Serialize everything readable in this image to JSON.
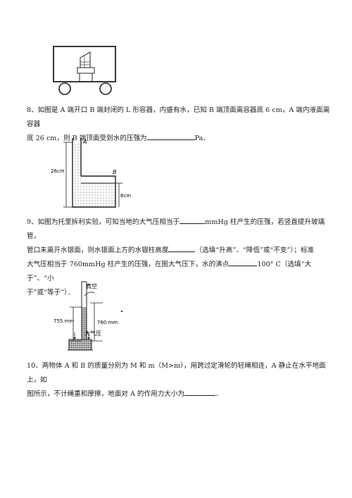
{
  "q8": {
    "t1": "8、如图是 A 端开口 B 端封闭的 L 形容器，内盛有水，已知 B 端顶面离容器底 6 cm，A 端内液面离容器",
    "t2": "底 26 cm，则 B 端顶面受到水的压强为",
    "t3": "Pa．",
    "fig": {
      "label_a": "A",
      "label_b": "B",
      "dim_26": "26cm",
      "dim_6": "6cm"
    }
  },
  "q9": {
    "l1a": "9、如图为托里拆利实验，可知当地的大气压相当于",
    "l1b": "mmHg 柱产生的压强，若竖直提升玻璃管，",
    "l2a": "管口未离开水银面，则水银面上方的水银柱高度",
    "l2b": "（选填“升高”、“降低”或“不变”）；标准",
    "l3a": "大气压相当于 760mmHg 柱产生的压强，在图大气压下，水的沸点",
    "l3b": "100° C（选填“大于”、“小",
    "l4": "于”或“等于”）．",
    "fig": {
      "vacuum": "真空",
      "h755": "755 mm",
      "h760": "760 mm",
      "atm": "大气压"
    }
  },
  "q10": {
    "l1": "10、两物体 A 和 B 的质量分别为 M 和 m（M>m），用跨过定滑轮的轻绳相连，A 静止在水平地面上，如",
    "l2a": "图所示，不计绳重和摩擦，地面对 A 的作用力大小为",
    "l2b": "．"
  }
}
